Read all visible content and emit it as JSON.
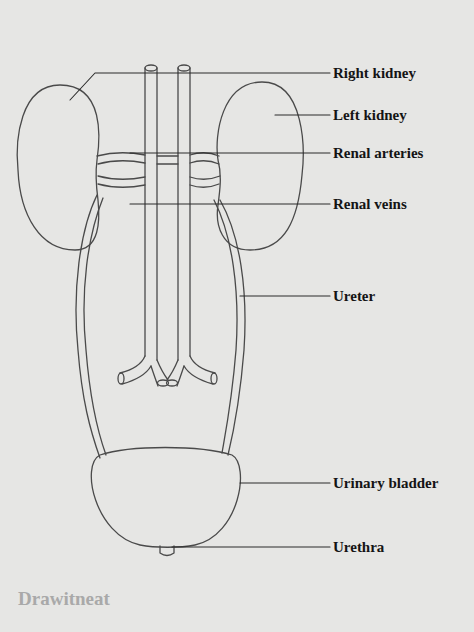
{
  "diagram": {
    "labels": [
      "Right kidney",
      "Left kidney",
      "Renal arteries",
      "Renal veins",
      "Ureter",
      "Urinary bladder",
      "Urethra",
      "Drawitneat"
    ]
  }
}
